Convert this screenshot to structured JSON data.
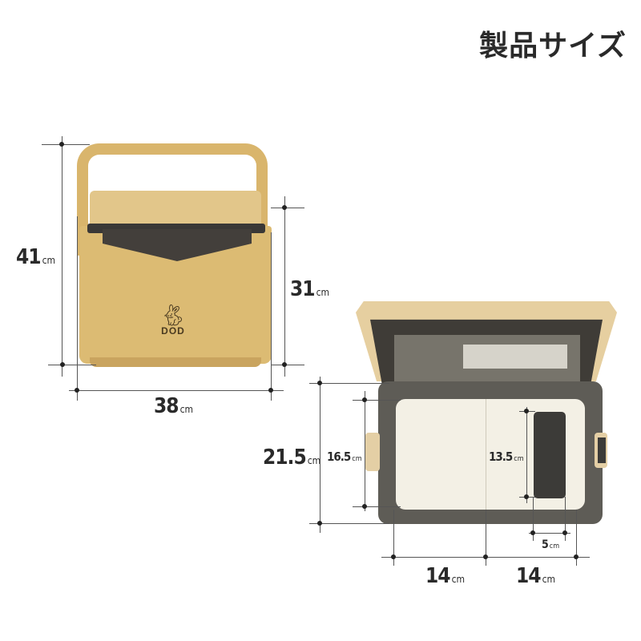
{
  "header": {
    "title": "製品サイズ"
  },
  "colors": {
    "cooler_body": "#dcbb73",
    "lid_dark": "#3a3836",
    "tray_gray": "#5e5c56",
    "inner_white": "#f3f0e5",
    "dimension_line": "#555555"
  },
  "front_view": {
    "brand": "DOD",
    "logo_icon": "rabbit-icon",
    "dimensions": {
      "total_height": {
        "value": "41",
        "unit": "cm"
      },
      "body_height": {
        "value": "31",
        "unit": "cm"
      },
      "width": {
        "value": "38",
        "unit": "cm"
      }
    }
  },
  "top_view": {
    "dimensions": {
      "outer_depth": {
        "value": "21.5",
        "unit": "cm"
      },
      "inner_depth": {
        "value": "16.5",
        "unit": "cm"
      },
      "compartment_depth": {
        "value": "13.5",
        "unit": "cm"
      },
      "slot_width": {
        "value": "5",
        "unit": "cm"
      },
      "left_width": {
        "value": "14",
        "unit": "cm"
      },
      "right_width": {
        "value": "14",
        "unit": "cm"
      }
    }
  }
}
